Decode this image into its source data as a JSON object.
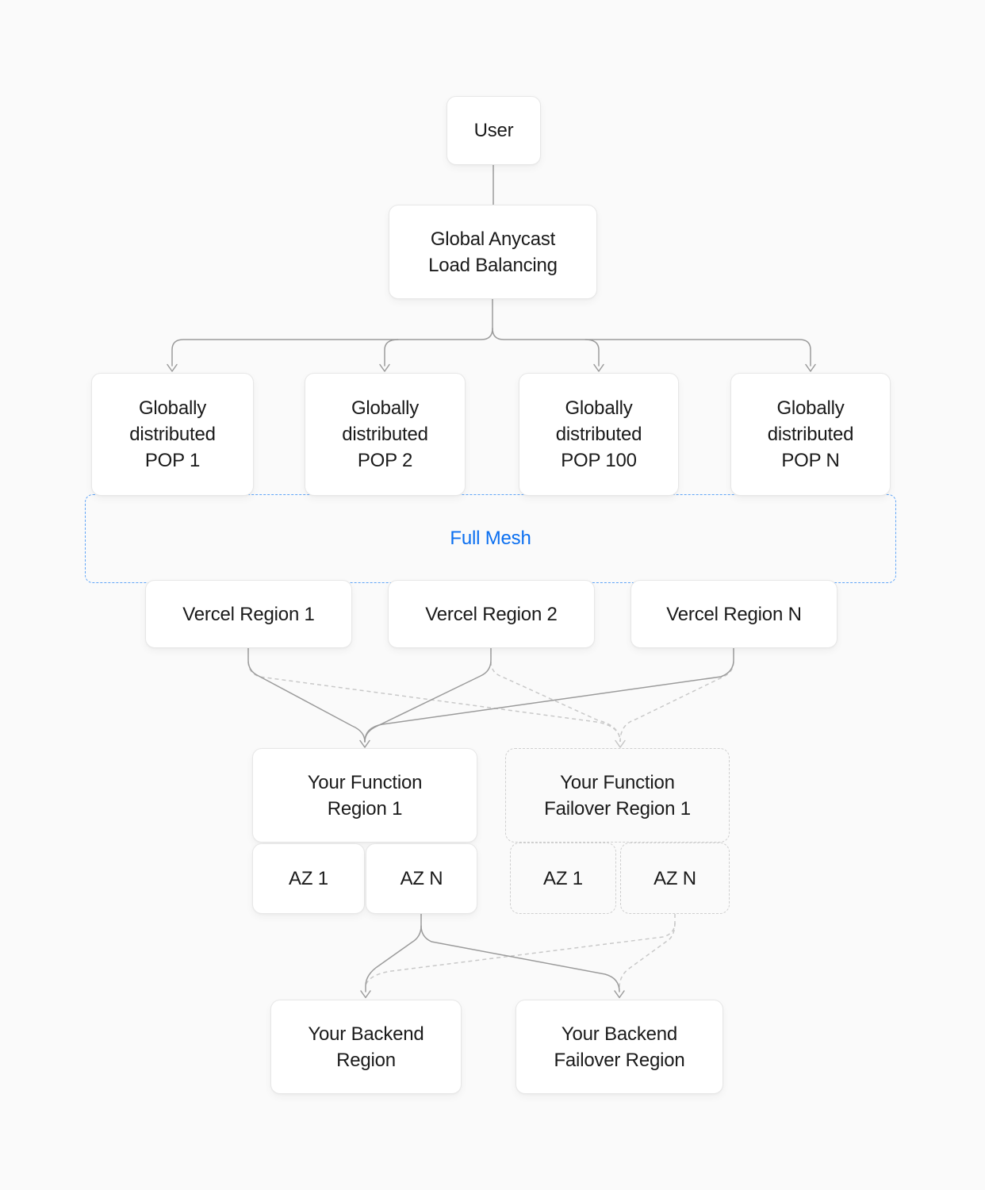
{
  "diagram": {
    "nodes": {
      "user": {
        "label": "User"
      },
      "load_balancer": {
        "label": "Global Anycast\nLoad Balancing"
      },
      "pop_1": {
        "label": "Globally\ndistributed\nPOP 1"
      },
      "pop_2": {
        "label": "Globally\ndistributed\nPOP 2"
      },
      "pop_100": {
        "label": "Globally\ndistributed\nPOP 100"
      },
      "pop_n": {
        "label": "Globally\ndistributed\nPOP N"
      },
      "full_mesh": {
        "label": "Full Mesh"
      },
      "vercel_region_1": {
        "label": "Vercel Region 1"
      },
      "vercel_region_2": {
        "label": "Vercel Region 2"
      },
      "vercel_region_n": {
        "label": "Vercel Region N"
      },
      "function_region_1": {
        "label": "Your Function\nRegion 1"
      },
      "function_region_1_az_1": {
        "label": "AZ 1"
      },
      "function_region_1_az_n": {
        "label": "AZ N"
      },
      "function_failover_region_1": {
        "label": "Your Function\nFailover Region 1"
      },
      "failover_az_1": {
        "label": "AZ 1"
      },
      "failover_az_n": {
        "label": "AZ N"
      },
      "backend_region": {
        "label": "Your Backend\nRegion"
      },
      "backend_failover_region": {
        "label": "Your Backend\nFailover Region"
      }
    },
    "colors": {
      "background": "#fafafa",
      "box_fill": "#ffffff",
      "box_border": "#e7e7e7",
      "text": "#1a1a1a",
      "full_mesh_text_blue": "#0b6ff0",
      "full_mesh_border_blue": "#60a5f7",
      "solid_connector": "#9b9b9b",
      "dashed_connector": "#c9c9c9",
      "dashed_box_border": "#cfcfcf"
    }
  }
}
